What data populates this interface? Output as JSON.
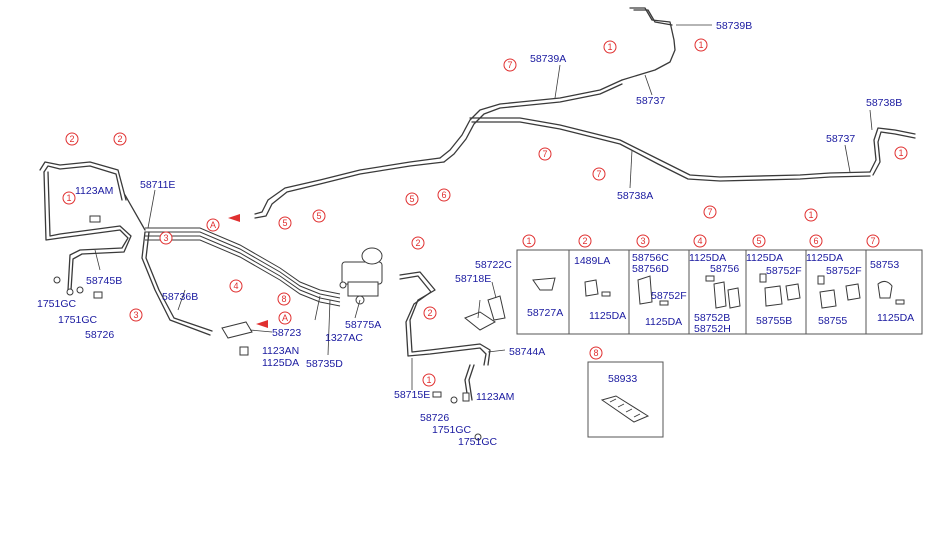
{
  "callouts": [
    "1",
    "2",
    "3",
    "4",
    "5",
    "6",
    "7",
    "8",
    "A"
  ],
  "labels": {
    "p58739B": "58739B",
    "p58739A": "58739A",
    "p58737a": "58737",
    "p58738B": "58738B",
    "p58737b": "58737",
    "p58738A": "58738A",
    "p58711E": "58711E",
    "p1123AMa": "1123AM",
    "p58745B": "58745B",
    "p1751GCa": "1751GC",
    "p1751GCb": "1751GC",
    "p58726a": "58726",
    "p58736B": "58736B",
    "p58723": "58723",
    "p1123AN": "1123AN",
    "p1125DAa": "1125DA",
    "p58735D": "58735D",
    "p1327AC": "1327AC",
    "p58775A": "58775A",
    "p58722C": "58722C",
    "p58718E": "58718E",
    "p58744A": "58744A",
    "p58715E": "58715E",
    "p1123AMb": "1123AM",
    "p58726b": "58726",
    "p1751GCc": "1751GC",
    "p1751GCd": "1751GC"
  },
  "detail_boxes": [
    {
      "num": "1",
      "parts": [
        "58727A"
      ]
    },
    {
      "num": "2",
      "parts": [
        "1489LA",
        "1125DA"
      ]
    },
    {
      "num": "3",
      "parts": [
        "58756C",
        "58756D",
        "58752F",
        "1125DA"
      ]
    },
    {
      "num": "4",
      "parts": [
        "1125DA",
        "58756",
        "58752B",
        "58752H"
      ]
    },
    {
      "num": "5",
      "parts": [
        "1125DA",
        "58752F",
        "58755B"
      ]
    },
    {
      "num": "6",
      "parts": [
        "1125DA",
        "58752F",
        "58755"
      ]
    },
    {
      "num": "7",
      "parts": [
        "58753",
        "1125DA"
      ]
    },
    {
      "num": "8",
      "parts": [
        "58933"
      ]
    }
  ],
  "colors": {
    "callout": "#e03030",
    "part_number": "#1a1aa0",
    "line": "#3a3a3a"
  }
}
